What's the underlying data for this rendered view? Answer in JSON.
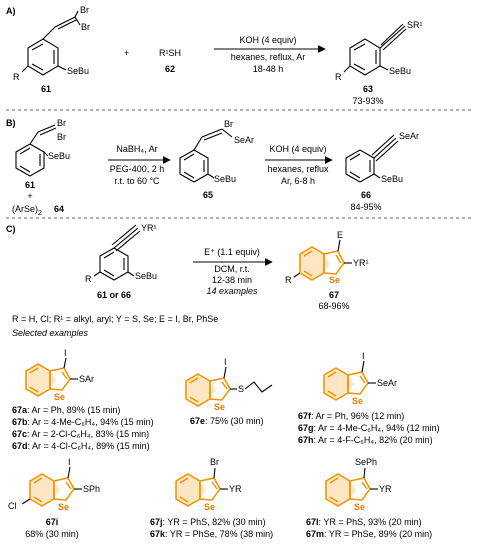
{
  "panelA": {
    "label": "A)",
    "reactant1_num": "61",
    "reactant1_br1": "Br",
    "reactant1_br2": "Br",
    "reactant1_sebu": "SeBu",
    "reactant1_r": "R",
    "plus": "+",
    "reactant2": "R¹SH",
    "reactant2_num": "62",
    "cond1": "KOH (4 equiv)",
    "cond2": "hexanes, reflux, Ar",
    "cond3": "18-48 h",
    "product_num": "63",
    "product_yield": "73-93%",
    "product_sr": "SR¹",
    "product_sebu": "SeBu",
    "product_r": "R"
  },
  "panelB": {
    "label": "B)",
    "r_num": "61",
    "r_plus": "+",
    "r_reagent": "(ArSe)",
    "r_reagent_sub": "2",
    "r_reagent_num": "64",
    "cond1_1": "NaBH₄, Ar",
    "cond1_2": "PEG-400, 2 h",
    "cond1_3": "r.t. to 60 °C",
    "mid_num": "65",
    "mid_br": "Br",
    "mid_sear": "SeAr",
    "mid_sebu": "SeBu",
    "cond2_1": "KOH (4 equiv)",
    "cond2_2": "hexanes, reflux",
    "cond2_3": "Ar, 6-8 h",
    "prod_num": "66",
    "prod_yield": "84-95%",
    "prod_sear": "SeAr",
    "prod_sebu": "SeBu"
  },
  "panelC": {
    "label": "C)",
    "sm_num": "61 or 66",
    "sm_yr": "YR¹",
    "sm_sebu": "SeBu",
    "sm_r": "R",
    "cond1": "E⁺ (1.1 equiv)",
    "cond2": "DCM, r.t.",
    "cond3": "12-38 min",
    "cond4": "14 examples",
    "prod_num": "67",
    "prod_yield": "68-96%",
    "prod_e": "E",
    "prod_yr": "YR¹",
    "prod_se": "Se",
    "prod_r": "R",
    "definitions": "R = H, Cl; R¹ = alkyl, aryl; Y = S, Se; E = I, Br, PhSe",
    "selected": "Selected examples"
  },
  "examples": {
    "g1_i": "I",
    "g1_se": "Se",
    "g1_sub": "SAr",
    "g1_lines": [
      {
        "id": "67a",
        "text": ": Ar = Ph, 89% (15 min)"
      },
      {
        "id": "67b",
        "text": ": Ar = 4-Me-C₆H₄, 94% (15 min)"
      },
      {
        "id": "67c",
        "text": ": Ar = 2-Cl-C₆H₄, 83% (15 min)"
      },
      {
        "id": "67d",
        "text": ": Ar = 4-Cl-C₆H₄, 89% (15 min)"
      }
    ],
    "g2_i": "I",
    "g2_se": "Se",
    "g2_s": "S",
    "g2_id": "67e",
    "g2_text": ": 75% (30 min)",
    "g3_i": "I",
    "g3_se": "Se",
    "g3_sub": "SeAr",
    "g3_lines": [
      {
        "id": "67f",
        "text": ": Ar = Ph, 96% (12 min)"
      },
      {
        "id": "67g",
        "text": ": Ar = 4-Me-C₆H₄, 94% (12 min)"
      },
      {
        "id": "67h",
        "text": ": Ar = 4-F-C₆H₄, 82% (20 min)"
      }
    ],
    "g4_i": "I",
    "g4_se": "Se",
    "g4_sub": "SPh",
    "g4_cl": "Cl",
    "g4_id": "67i",
    "g4_text": "68% (30 min)",
    "g5_br": "Br",
    "g5_se": "Se",
    "g5_sub": "YR",
    "g5_lines": [
      {
        "id": "67j",
        "text": ": YR = PhS, 82% (30 min)"
      },
      {
        "id": "67k",
        "text": ": YR = PhSe, 78% (38 min)"
      }
    ],
    "g6_seph": "SePh",
    "g6_se": "Se",
    "g6_sub": "YR",
    "g6_lines": [
      {
        "id": "67l",
        "text": ": YR = PhS, 93% (20 min)"
      },
      {
        "id": "67m",
        "text": ": YR = PhSe, 89% (20 min)"
      }
    ]
  }
}
